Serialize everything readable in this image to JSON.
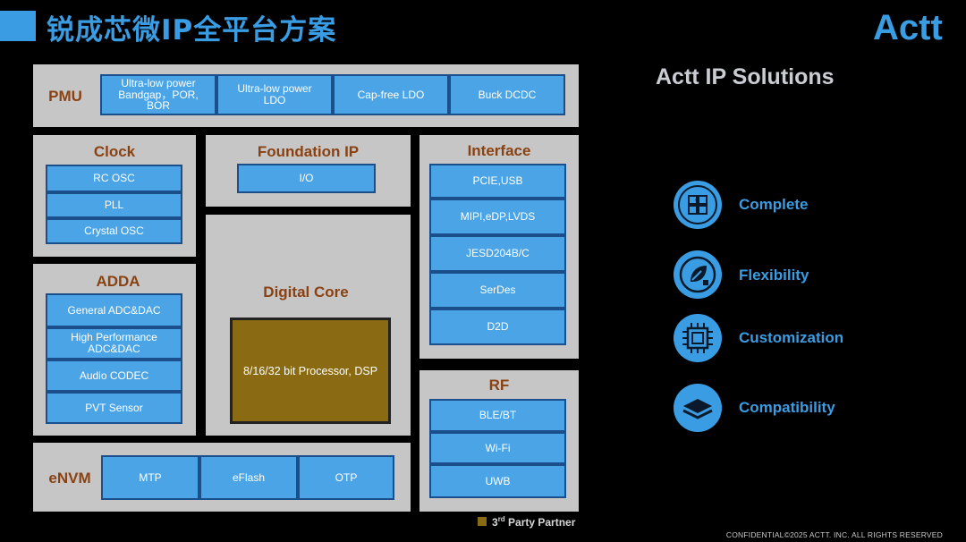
{
  "header": {
    "title": "锐成芯微IP全平台方案",
    "logo_text": "Actt"
  },
  "pmu": {
    "title": "PMU",
    "blocks": [
      "Ultra-low power Bandgap，POR, BOR",
      "Ultra-low power LDO",
      "Cap-free LDO",
      "Buck DCDC"
    ]
  },
  "clock": {
    "title": "Clock",
    "blocks": [
      "RC OSC",
      "PLL",
      "Crystal OSC"
    ]
  },
  "foundation": {
    "title": "Foundation IP",
    "blocks": [
      "I/O"
    ]
  },
  "interface": {
    "title": "Interface",
    "blocks": [
      "PCIE,USB",
      "MIPI,eDP,LVDS",
      "JESD204B/C",
      "SerDes",
      "D2D"
    ]
  },
  "adda": {
    "title": "ADDA",
    "blocks": [
      "General ADC&DAC",
      "High Performance ADC&DAC",
      "Audio CODEC",
      "PVT Sensor"
    ]
  },
  "digital": {
    "title": "Digital Core",
    "processor": "8/16/32 bit Processor, DSP"
  },
  "rf": {
    "title": "RF",
    "blocks": [
      "BLE/BT",
      "Wi-Fi",
      "UWB"
    ]
  },
  "envm": {
    "title": "eNVM",
    "blocks": [
      "MTP",
      "eFlash",
      "OTP"
    ]
  },
  "legend": {
    "prefix": "3",
    "sup": "rd",
    "suffix": " Party Partner"
  },
  "solutions": {
    "title": "Actt IP Solutions",
    "features": [
      {
        "label": "Complete",
        "icon": "puzzle-icon"
      },
      {
        "label": "Flexibility",
        "icon": "plug-leaf-icon"
      },
      {
        "label": "Customization",
        "icon": "chip-icon"
      },
      {
        "label": "Compatibility",
        "icon": "layers-icon"
      }
    ]
  },
  "footer": {
    "text": "CONFIDENTIAL©2025 ACTT. INC. ALL RIGHTS RESERVED"
  },
  "colors": {
    "accent": "#3a9de3",
    "block": "#4aa4e6",
    "panel": "#c6c6c6",
    "title_brown": "#8a4213",
    "third_party": "#8a6a12"
  }
}
